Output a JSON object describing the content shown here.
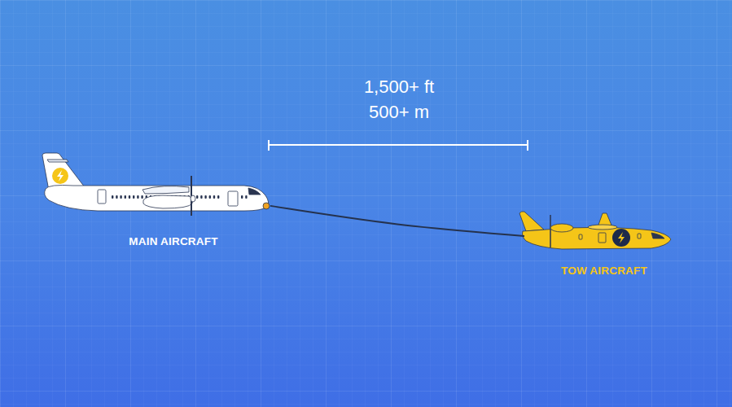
{
  "diagram": {
    "nodes": [
      {
        "text": [
          "MAIN AIRCRAFT"
        ]
      },
      {
        "text": [
          "TOW AIRCRAFT"
        ]
      }
    ],
    "edges": [
      {
        "from": 0,
        "to": 1,
        "arrow": "none"
      }
    ],
    "labels": [
      "1,500+ ft",
      "500+ m"
    ]
  }
}
